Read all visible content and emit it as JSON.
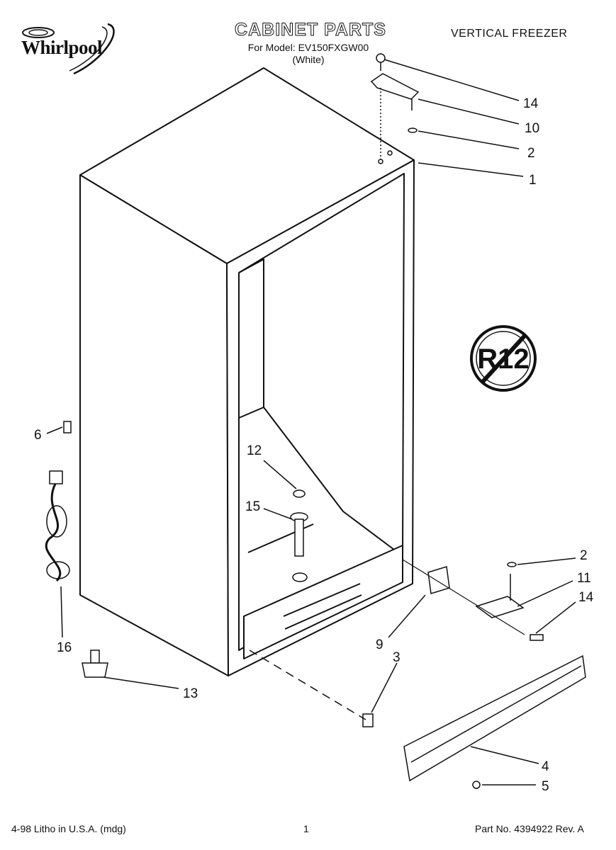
{
  "header": {
    "brand": "Whirlpool",
    "title": "CABINET PARTS",
    "model_line": "For Model: EV150FXGW00",
    "color_line": "(White)",
    "category": "VERTICAL FREEZER"
  },
  "badge": {
    "text": "R12"
  },
  "callouts": [
    "14",
    "10",
    "2",
    "1",
    "6",
    "12",
    "15",
    "16",
    "13",
    "2",
    "11",
    "14",
    "9",
    "3",
    "4",
    "5"
  ],
  "footer": {
    "left": "4-98 Litho in U.S.A. (mdg)",
    "page": "1",
    "right": "Part No. 4394922 Rev. A"
  },
  "colors": {
    "ink": "#111111",
    "paper": "#ffffff"
  }
}
